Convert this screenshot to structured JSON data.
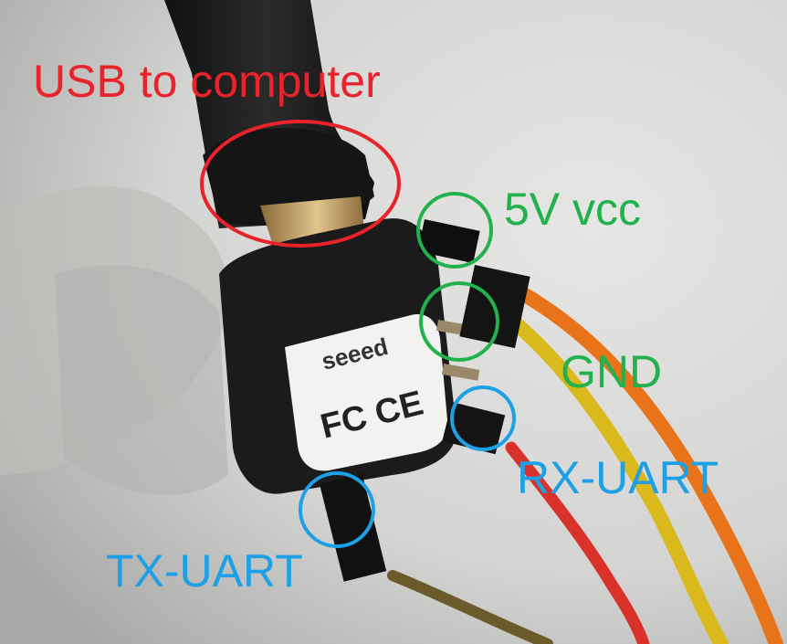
{
  "labels": {
    "usb": "USB to computer",
    "vcc": "5V vcc",
    "gnd": "GND",
    "rx": "RX-UART",
    "tx": "TX-UART"
  },
  "board": {
    "brand": "seeed",
    "marks": "FC CE"
  },
  "colors": {
    "usb_annotation": "#e8232b",
    "power_annotation": "#22b14c",
    "uart_annotation": "#1ea0e6",
    "wire_vcc": "#e8731a",
    "wire_gnd": "#d9b91c",
    "wire_rx": "#d9322a",
    "wire_tx": "#6b5a2a",
    "background": "#d9d9d7"
  },
  "icons": {
    "usb_cable": "usb-c-cable",
    "board": "microcontroller-board"
  }
}
